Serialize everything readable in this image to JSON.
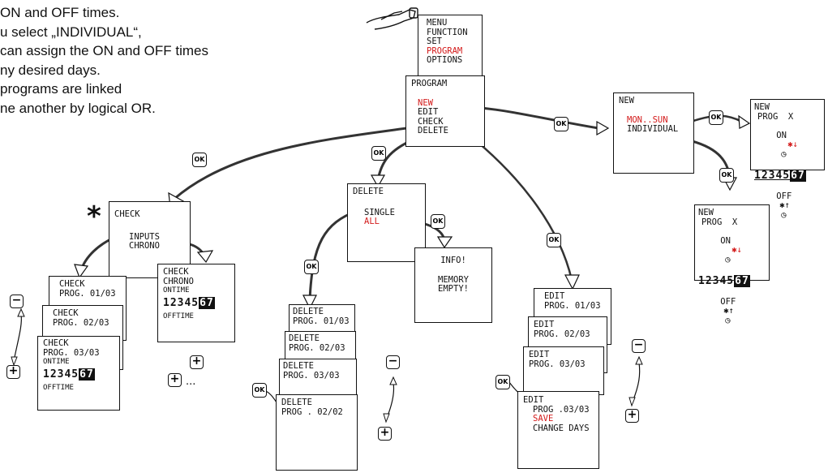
{
  "intro": {
    "lines": [
      "ON and OFF times.",
      "u select „INDIVIDUAL“,",
      "can assign the ON and OFF times",
      "ny desired days.",
      "programs are linked",
      "ne another by logical OR."
    ]
  },
  "buttons": {
    "ok": "OK",
    "plus": "+",
    "minus": "−",
    "ellipsis": "...",
    "asterisk": "*"
  },
  "screens": {
    "menu": {
      "title": "MENU",
      "items": [
        "FUNCTION",
        "SET",
        "PROGRAM",
        "OPTIONS"
      ]
    },
    "program": {
      "title": "PROGRAM",
      "items": [
        "NEW",
        "EDIT",
        "CHECK",
        "DELETE"
      ]
    },
    "new": {
      "title": "NEW",
      "items": [
        "MON..SUN",
        "INDIVIDUAL"
      ]
    },
    "new_prog_1": {
      "line1": "NEW",
      "line2": "PROG  X",
      "on": "ON",
      "days_plain": "12345",
      "days_hl": "67",
      "off": "OFF"
    },
    "new_prog_2": {
      "line1": "NEW",
      "line2": "PROG  X",
      "on": "ON",
      "days_plain": "12345",
      "days_hl": "67",
      "off": "OFF"
    },
    "check": {
      "title": "CHECK",
      "items": [
        "INPUTS",
        "CHRONO"
      ]
    },
    "check_chrono": {
      "title": "CHECK",
      "line2": "CHRONO",
      "line3": "ONTIME",
      "days_plain": "12345",
      "days_hl": "67",
      "line5": "OFFTIME"
    },
    "check_p1": {
      "title": "CHECK",
      "line2": "PROG. 01/03"
    },
    "check_p2": {
      "title": "CHECK",
      "line2": "PROG. 02/03"
    },
    "check_p3": {
      "title": "CHECK",
      "line2": "PROG. 03/03",
      "line3": "ONTIME",
      "days_plain": "12345",
      "days_hl": "67",
      "line5": "OFFTIME"
    },
    "delete": {
      "title": "DELETE",
      "items": [
        "SINGLE",
        "ALL"
      ]
    },
    "info": {
      "line1": "INFO!",
      "line2": "MEMORY",
      "line3": "EMPTY!"
    },
    "del_p1": {
      "title": "DELETE",
      "line2": "PROG. 01/03"
    },
    "del_p2": {
      "title": "DELETE",
      "line2": "PROG. 02/03"
    },
    "del_p3": {
      "title": "DELETE",
      "line2": "PROG. 03/03"
    },
    "del_p4": {
      "title": "DELETE",
      "line2": "PROG . 02/02"
    },
    "edit_p1": {
      "title": "EDIT",
      "line2": "PROG. 01/03"
    },
    "edit_p2": {
      "title": "EDIT",
      "line2": "PROG. 02/03"
    },
    "edit_p3": {
      "title": "EDIT",
      "line2": "PROG. 03/03"
    },
    "edit_p4": {
      "title": "EDIT",
      "line2": "PROG .03/03",
      "line3": "SAVE",
      "line4": "CHANGE DAYS"
    }
  },
  "colors": {
    "highlight": "#d31a1a",
    "ink": "#111111",
    "arrow_fill": "#ffffff"
  },
  "icons": [
    "hand-pointer-icon",
    "sun-icon",
    "clock-icon",
    "arrow-up-icon",
    "arrow-down-icon",
    "ok-key-icon",
    "plus-key-icon",
    "minus-key-icon"
  ]
}
